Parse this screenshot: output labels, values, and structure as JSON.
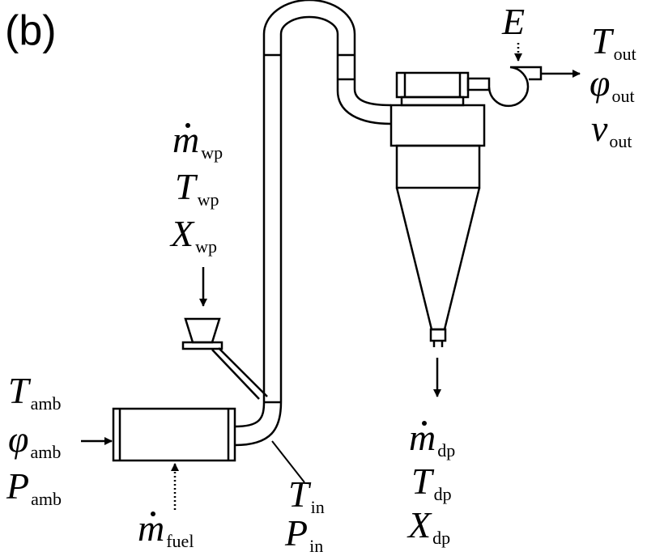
{
  "panel_label": "(b)",
  "feed": {
    "mass_symbol": "m",
    "mass_sub": "wp",
    "temp_symbol": "T",
    "temp_sub": "wp",
    "moisture_symbol": "X",
    "moisture_sub": "wp"
  },
  "ambient": {
    "temp_symbol": "T",
    "temp_sub": "amb",
    "humidity_symbol": "φ",
    "humidity_sub": "amb",
    "pressure_symbol": "P",
    "pressure_sub": "amb"
  },
  "fuel": {
    "mass_symbol": "m",
    "mass_sub": "fuel"
  },
  "inlet": {
    "temp_symbol": "T",
    "temp_sub": "in",
    "pressure_symbol": "P",
    "pressure_sub": "in"
  },
  "fan": {
    "energy_symbol": "E"
  },
  "outlet": {
    "temp_symbol": "T",
    "temp_sub": "out",
    "humidity_symbol": "φ",
    "humidity_sub": "out",
    "velocity_symbol": "v",
    "velocity_sub": "out"
  },
  "dried_product": {
    "mass_symbol": "m",
    "mass_sub": "dp",
    "temp_symbol": "T",
    "temp_sub": "dp",
    "moisture_symbol": "X",
    "moisture_sub": "dp"
  }
}
